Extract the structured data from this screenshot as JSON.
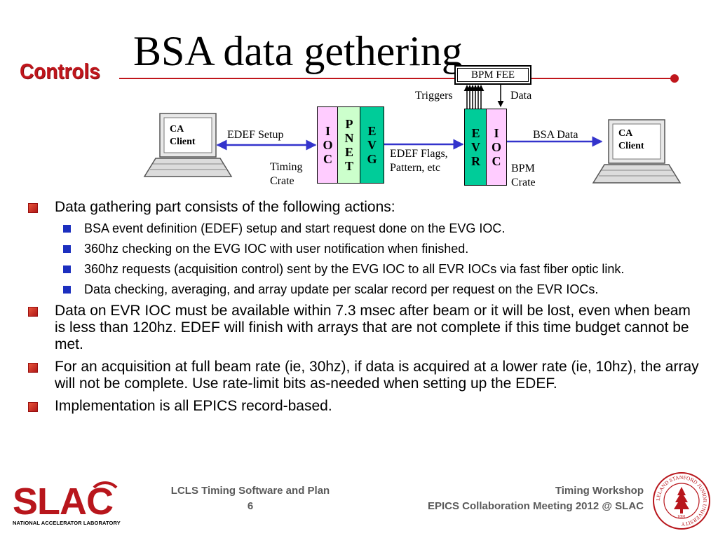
{
  "slide": {
    "title": "BSA data gethering",
    "brand": "Controls"
  },
  "diagram": {
    "bpm_fee": "BPM FEE",
    "triggers": "Triggers",
    "data": "Data",
    "ca_client_left": [
      "CA",
      "Client"
    ],
    "ca_client_right": [
      "CA",
      "Client"
    ],
    "edef_setup": "EDEF Setup",
    "timing_crate": [
      "Timing",
      "Crate"
    ],
    "ioc_left": [
      "I",
      "O",
      "C"
    ],
    "pnet": [
      "P",
      "N",
      "E",
      "T"
    ],
    "evg": [
      "E",
      "V",
      "G"
    ],
    "edef_flags": [
      "EDEF Flags,",
      "Pattern, etc"
    ],
    "evr": [
      "E",
      "V",
      "R"
    ],
    "ioc_right": [
      "I",
      "O",
      "C"
    ],
    "bsa_data": "BSA Data",
    "bpm_crate": [
      "BPM",
      "Crate"
    ],
    "colors": {
      "ioc": "#ffccff",
      "pnet": "#ccffcc",
      "evg_evr": "#00cc99",
      "arrow": "#3333cc"
    }
  },
  "bullets": [
    {
      "text": "Data gathering part consists of the following actions:",
      "sub": [
        "BSA event definition (EDEF) setup and start request done on the EVG IOC.",
        "360hz checking on the EVG IOC with user notification when finished.",
        "360hz requests (acquisition control) sent by the EVG IOC to all EVR IOCs via fast fiber optic link.",
        "Data checking, averaging, and array update per scalar record per request on the EVR IOCs."
      ]
    },
    {
      "text": "Data on EVR IOC must be available within 7.3 msec after beam or it will be lost, even when beam is less than 120hz.  EDEF will finish with arrays that are not complete if this time budget cannot be met.",
      "sub": []
    },
    {
      "text": "For an acquisition at full beam rate (ie, 30hz), if data is acquired at a lower rate (ie, 10hz), the array will not be complete.   Use rate-limit bits as-needed when setting up the EDEF.",
      "sub": []
    },
    {
      "text": "Implementation is all EPICS record-based.",
      "sub": []
    }
  ],
  "footer": {
    "logo_text": "SLAC",
    "lab_name": "NATIONAL ACCELERATOR LABORATORY",
    "left_line1": "LCLS Timing Software and Plan",
    "page_number": "6",
    "right_line1": "Timing Workshop",
    "right_line2": "EPICS Collaboration Meeting 2012 @ SLAC",
    "seal_text": "LELAND STANFORD JUNIOR UNIVERSITY",
    "seal_year": "1891"
  }
}
